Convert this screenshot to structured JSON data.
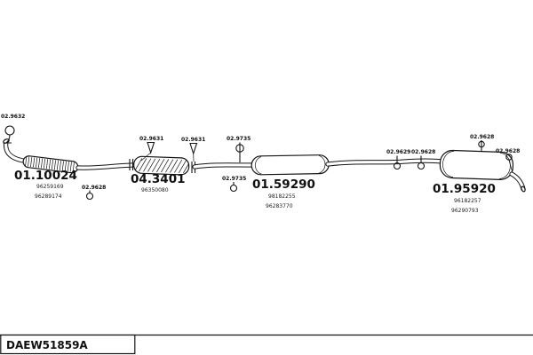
{
  "parts": {
    "front_pipe": {
      "code": "01.10024",
      "ref1": "96259169",
      "ref2": "96289174"
    },
    "catalyst": {
      "code": "04.3401",
      "ref1": "96350080"
    },
    "middle_muffler": {
      "code": "01.59290",
      "ref1": "98182255",
      "ref2": "96283770"
    },
    "rear_muffler": {
      "code": "01.95920",
      "ref1": "96182257",
      "ref2": "96290793"
    }
  },
  "fittings": {
    "front_hanger": "02.9632",
    "front_pipe_mount": "02.9628",
    "catalyst_clamp_left": "02.9631",
    "catalyst_clamp_right": "02.9631",
    "mid_hanger_top": "02.9735",
    "mid_hanger_bottom": "02.9735",
    "rear_pipe_hanger_1": "02.9629",
    "rear_pipe_hanger_2": "02.9628",
    "rear_muffler_hanger": "02.9628",
    "tail_hanger": "02.9628"
  },
  "footer": {
    "drawing_code": "DAEW51859A"
  }
}
